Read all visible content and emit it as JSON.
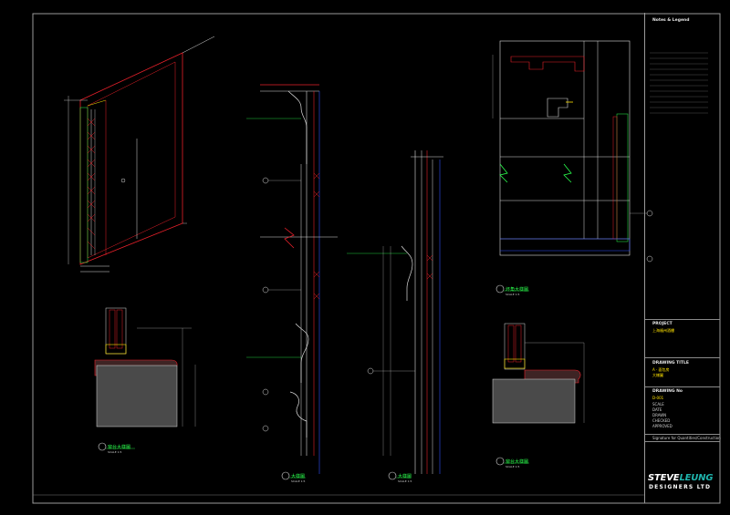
{
  "title_block": {
    "notes_heading": "Notes & Legend",
    "project_heading": "PROJECT",
    "project_name": "上海福州酒樓",
    "drawing_title_heading": "DRAWING TITLE",
    "drawing_title_line1": "A · 面包房",
    "drawing_title_line2": "大樣圖",
    "drawing_no_heading": "DRAWING No",
    "drawing_no": "D-001",
    "scale_label": "SCALE",
    "date_label": "DATE",
    "drawn_label": "DRAWN",
    "checked_label": "CHECKED",
    "approved_label": "APPROVED",
    "signature_label": "Signature for Quantities/Construction"
  },
  "logo": {
    "steve": "STEVE",
    "leung": "LEUNG",
    "designers": "DESIGNERS LTD"
  },
  "captions": {
    "top_right": "坏角大樣圖",
    "bottom_left": "窗台大樣圖",
    "bottom_right": "窗台大樣圖",
    "mid_center1": "大樣圖",
    "mid_center2": "大樣圖"
  },
  "scales": {
    "s1": "SCALE 1:5",
    "s2": "SCALE 1:5",
    "s3": "SCALE 1:5",
    "s4": "SCALE 1:5",
    "s5": "SCALE 1:5"
  },
  "colors": {
    "red": "#e8202a",
    "green": "#2bff4d",
    "yellow": "#ffe200",
    "white": "#dcdcdc",
    "gray": "#8c8c8c",
    "cyan": "#27d8e8",
    "blue": "#2e4fff",
    "teal": "#1fb4ad"
  }
}
